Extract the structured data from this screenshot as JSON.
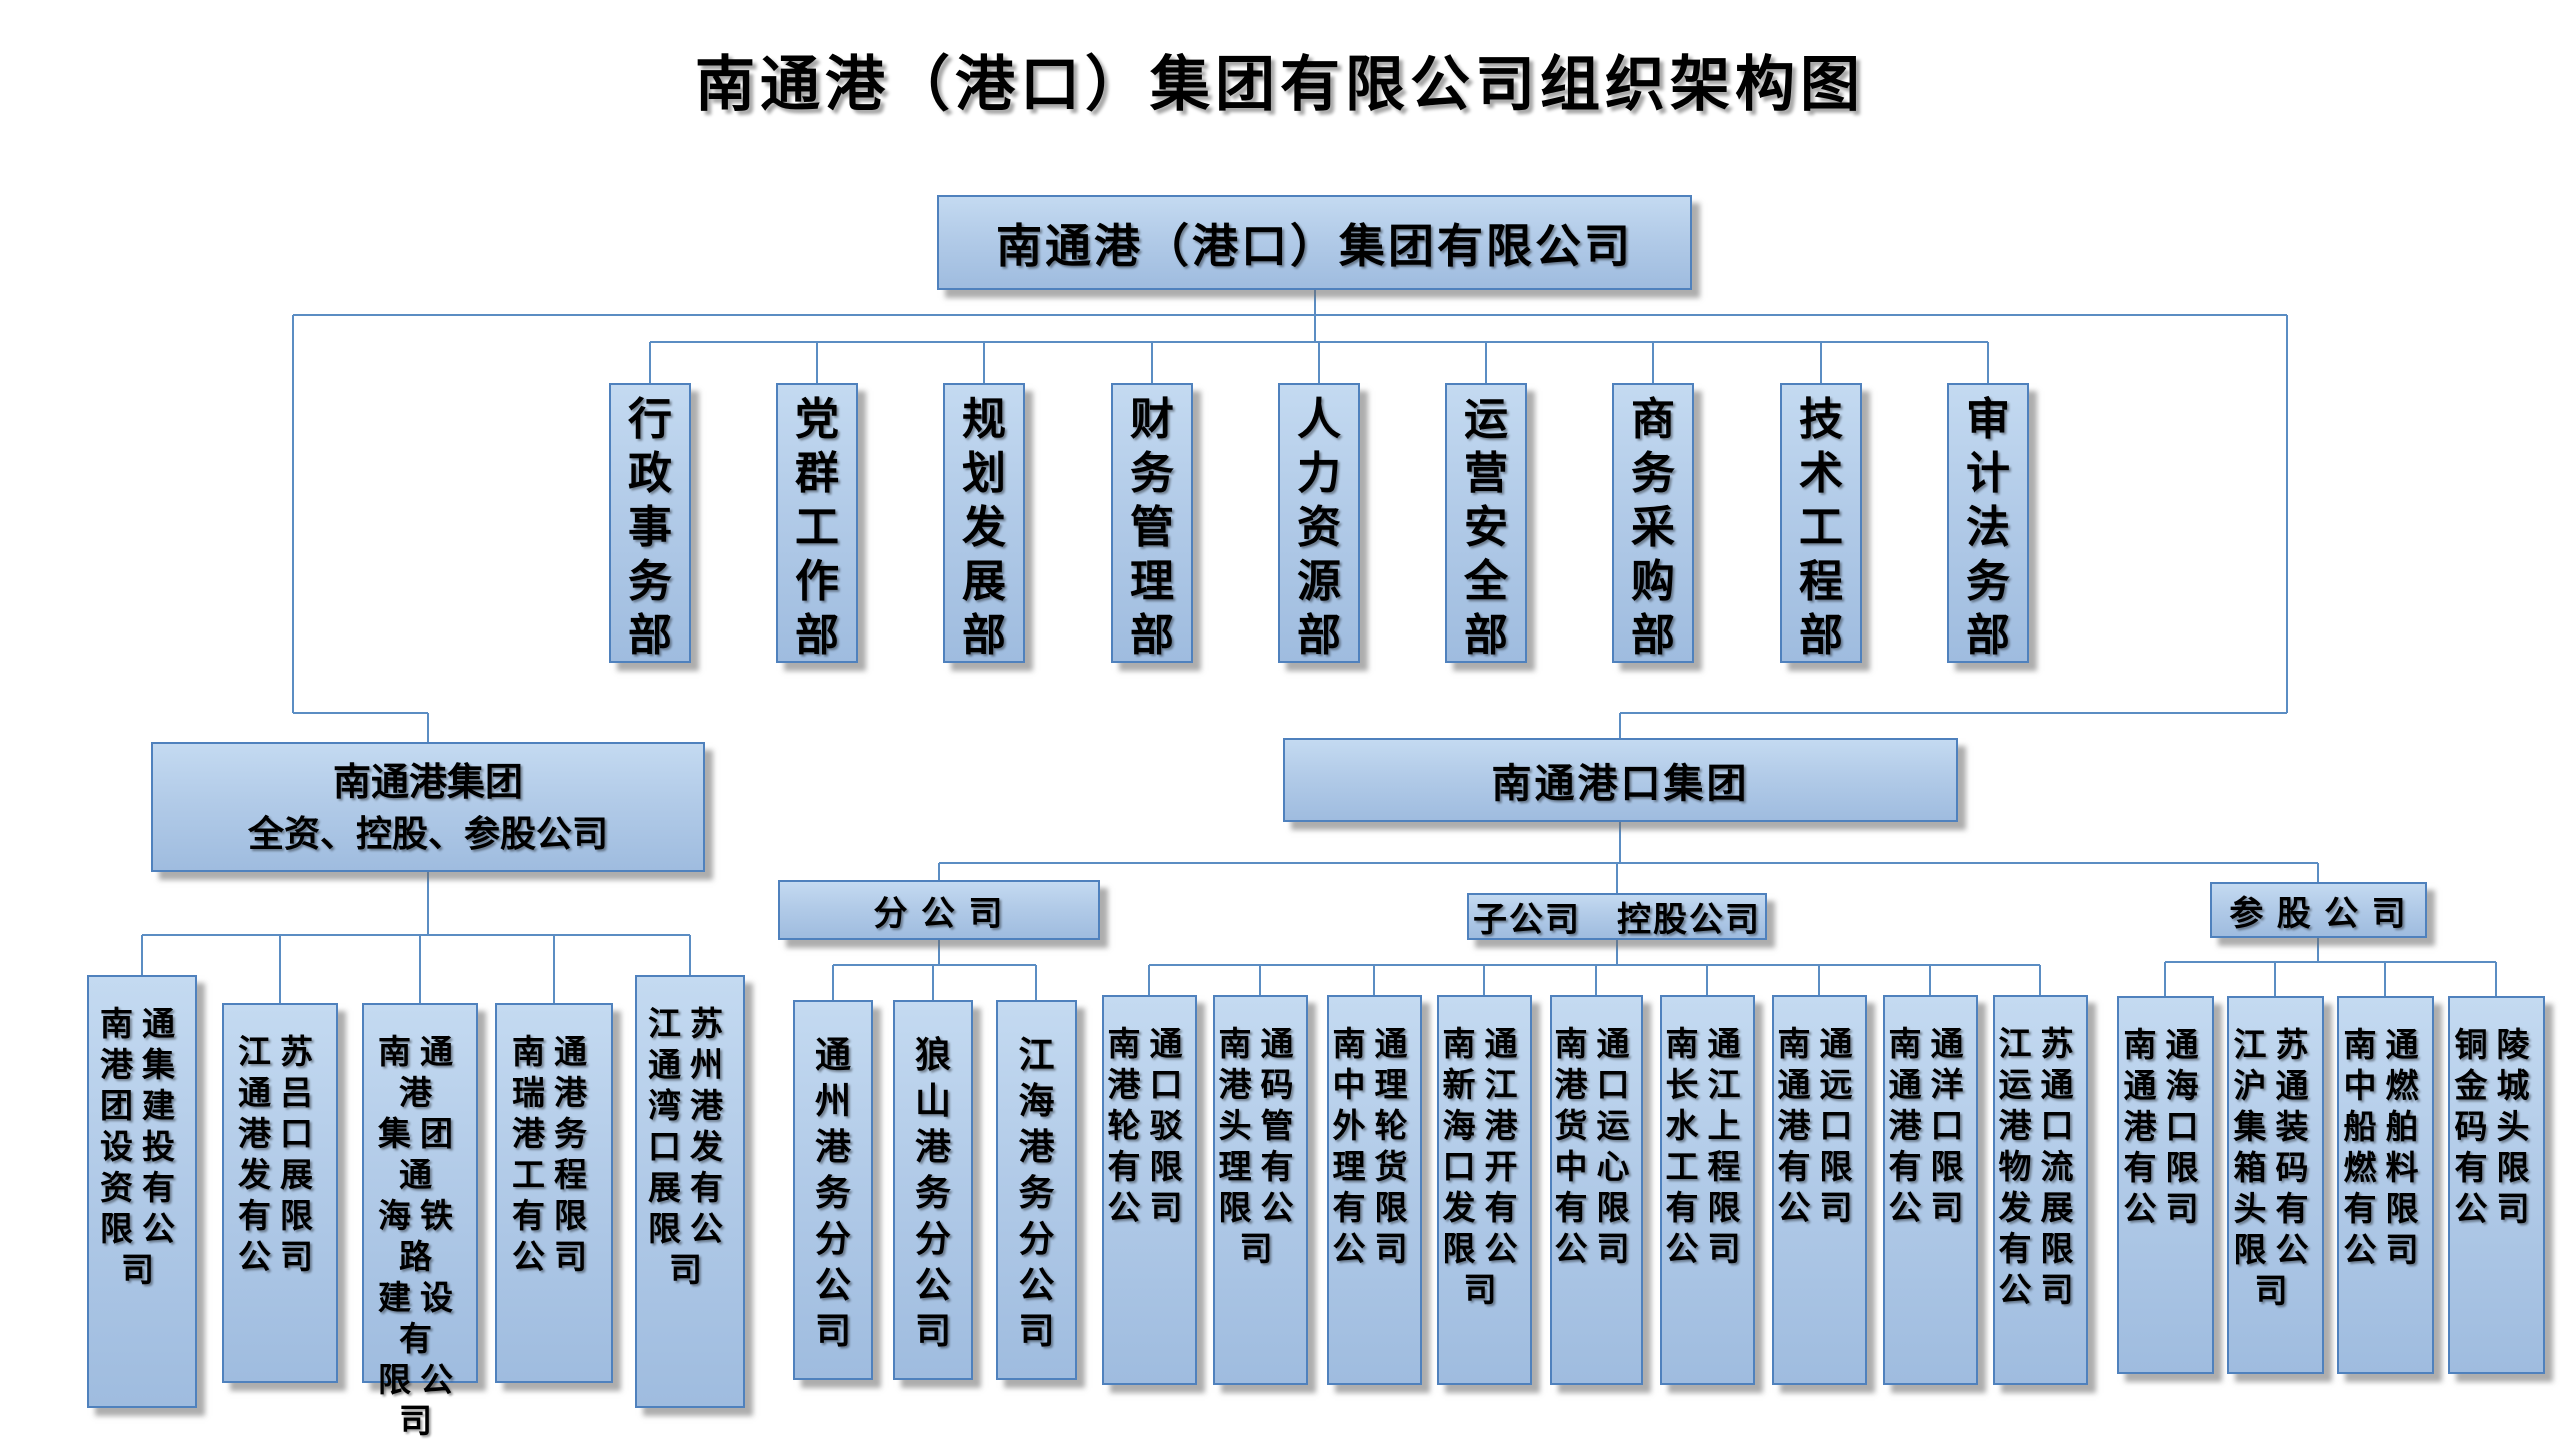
{
  "title": "南通港（港口）集团有限公司组织架构图",
  "root": {
    "label": "南通港（港口）集团有限公司"
  },
  "departments": [
    "行政事务部",
    "党群工作部",
    "规划发展部",
    "财务管理部",
    "人力资源部",
    "运营安全部",
    "商务采购部",
    "技术工程部",
    "审计法务部"
  ],
  "left_branch": {
    "line1": "南通港集团",
    "line2": "全资、控股、参股公司",
    "companies": [
      "南通港集团建设投资有限公司",
      "江苏通吕港口发展有限公司",
      "南通港集团通海铁路建设有限公司",
      "南通瑞港港务工程有限公司",
      "江苏通州湾港口发展有限公司"
    ]
  },
  "right_branch": {
    "label": "南通港口集团",
    "groups": [
      {
        "header": "分 公 司",
        "companies": [
          "通州港务分公司",
          "狼山港务分公司",
          "江海港务分公司"
        ]
      },
      {
        "header": "子公司　控股公司",
        "companies": [
          "南通港口轮驳有限公司",
          "南通港码头管理有限公司",
          "南通中理外轮理货有限公司",
          "南通新江海港口开发有限公司",
          "南通港口货运中心有限公司",
          "南通长江水上工程有限公司",
          "南通通远港口有限公司",
          "南通通洋港口有限公司",
          "江苏运通港口物流发展有限公司"
        ]
      },
      {
        "header": "参 股 公 司",
        "companies": [
          "南通通海港口有限公司",
          "江苏沪通集装箱码头有限公司",
          "南通中燃船舶燃料有限公司",
          "铜陵金城码头有限公司"
        ]
      }
    ]
  },
  "colors": {
    "box_border": "#4f81bd",
    "box_fill_top": "#c4daf1",
    "box_fill_bottom": "#9fbcdf",
    "connector": "#5b8dc3",
    "text": "#000000",
    "background": "#ffffff"
  }
}
